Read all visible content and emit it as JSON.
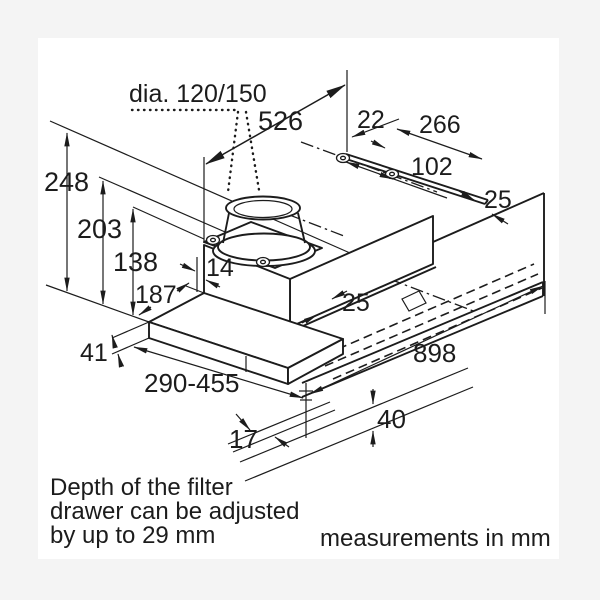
{
  "colors": {
    "ink": "#1c1c1c",
    "frame_background": "#f4f4f4",
    "canvas": "#ffffff"
  },
  "labels": {
    "duct_diameter": "dia. 120/150",
    "top_width": "526",
    "wall_gap": "22",
    "rail_depth": "266",
    "screw_spacing": "102",
    "rail_offset": "25",
    "total_height": "248",
    "mid_height": "203",
    "body_height": "138",
    "top_lip": "14",
    "front_inset": "187",
    "front_lip": "25",
    "strip_height": "41",
    "pullout_depth_range": "290-455",
    "hood_width": "898",
    "bar_height": "40",
    "front_offset": "17"
  },
  "notes": {
    "filter_note_line1": "Depth of the filter",
    "filter_note_line2": "drawer can be adjusted",
    "filter_note_line3": "by up to 29 mm",
    "units_note": "measurements in mm"
  }
}
